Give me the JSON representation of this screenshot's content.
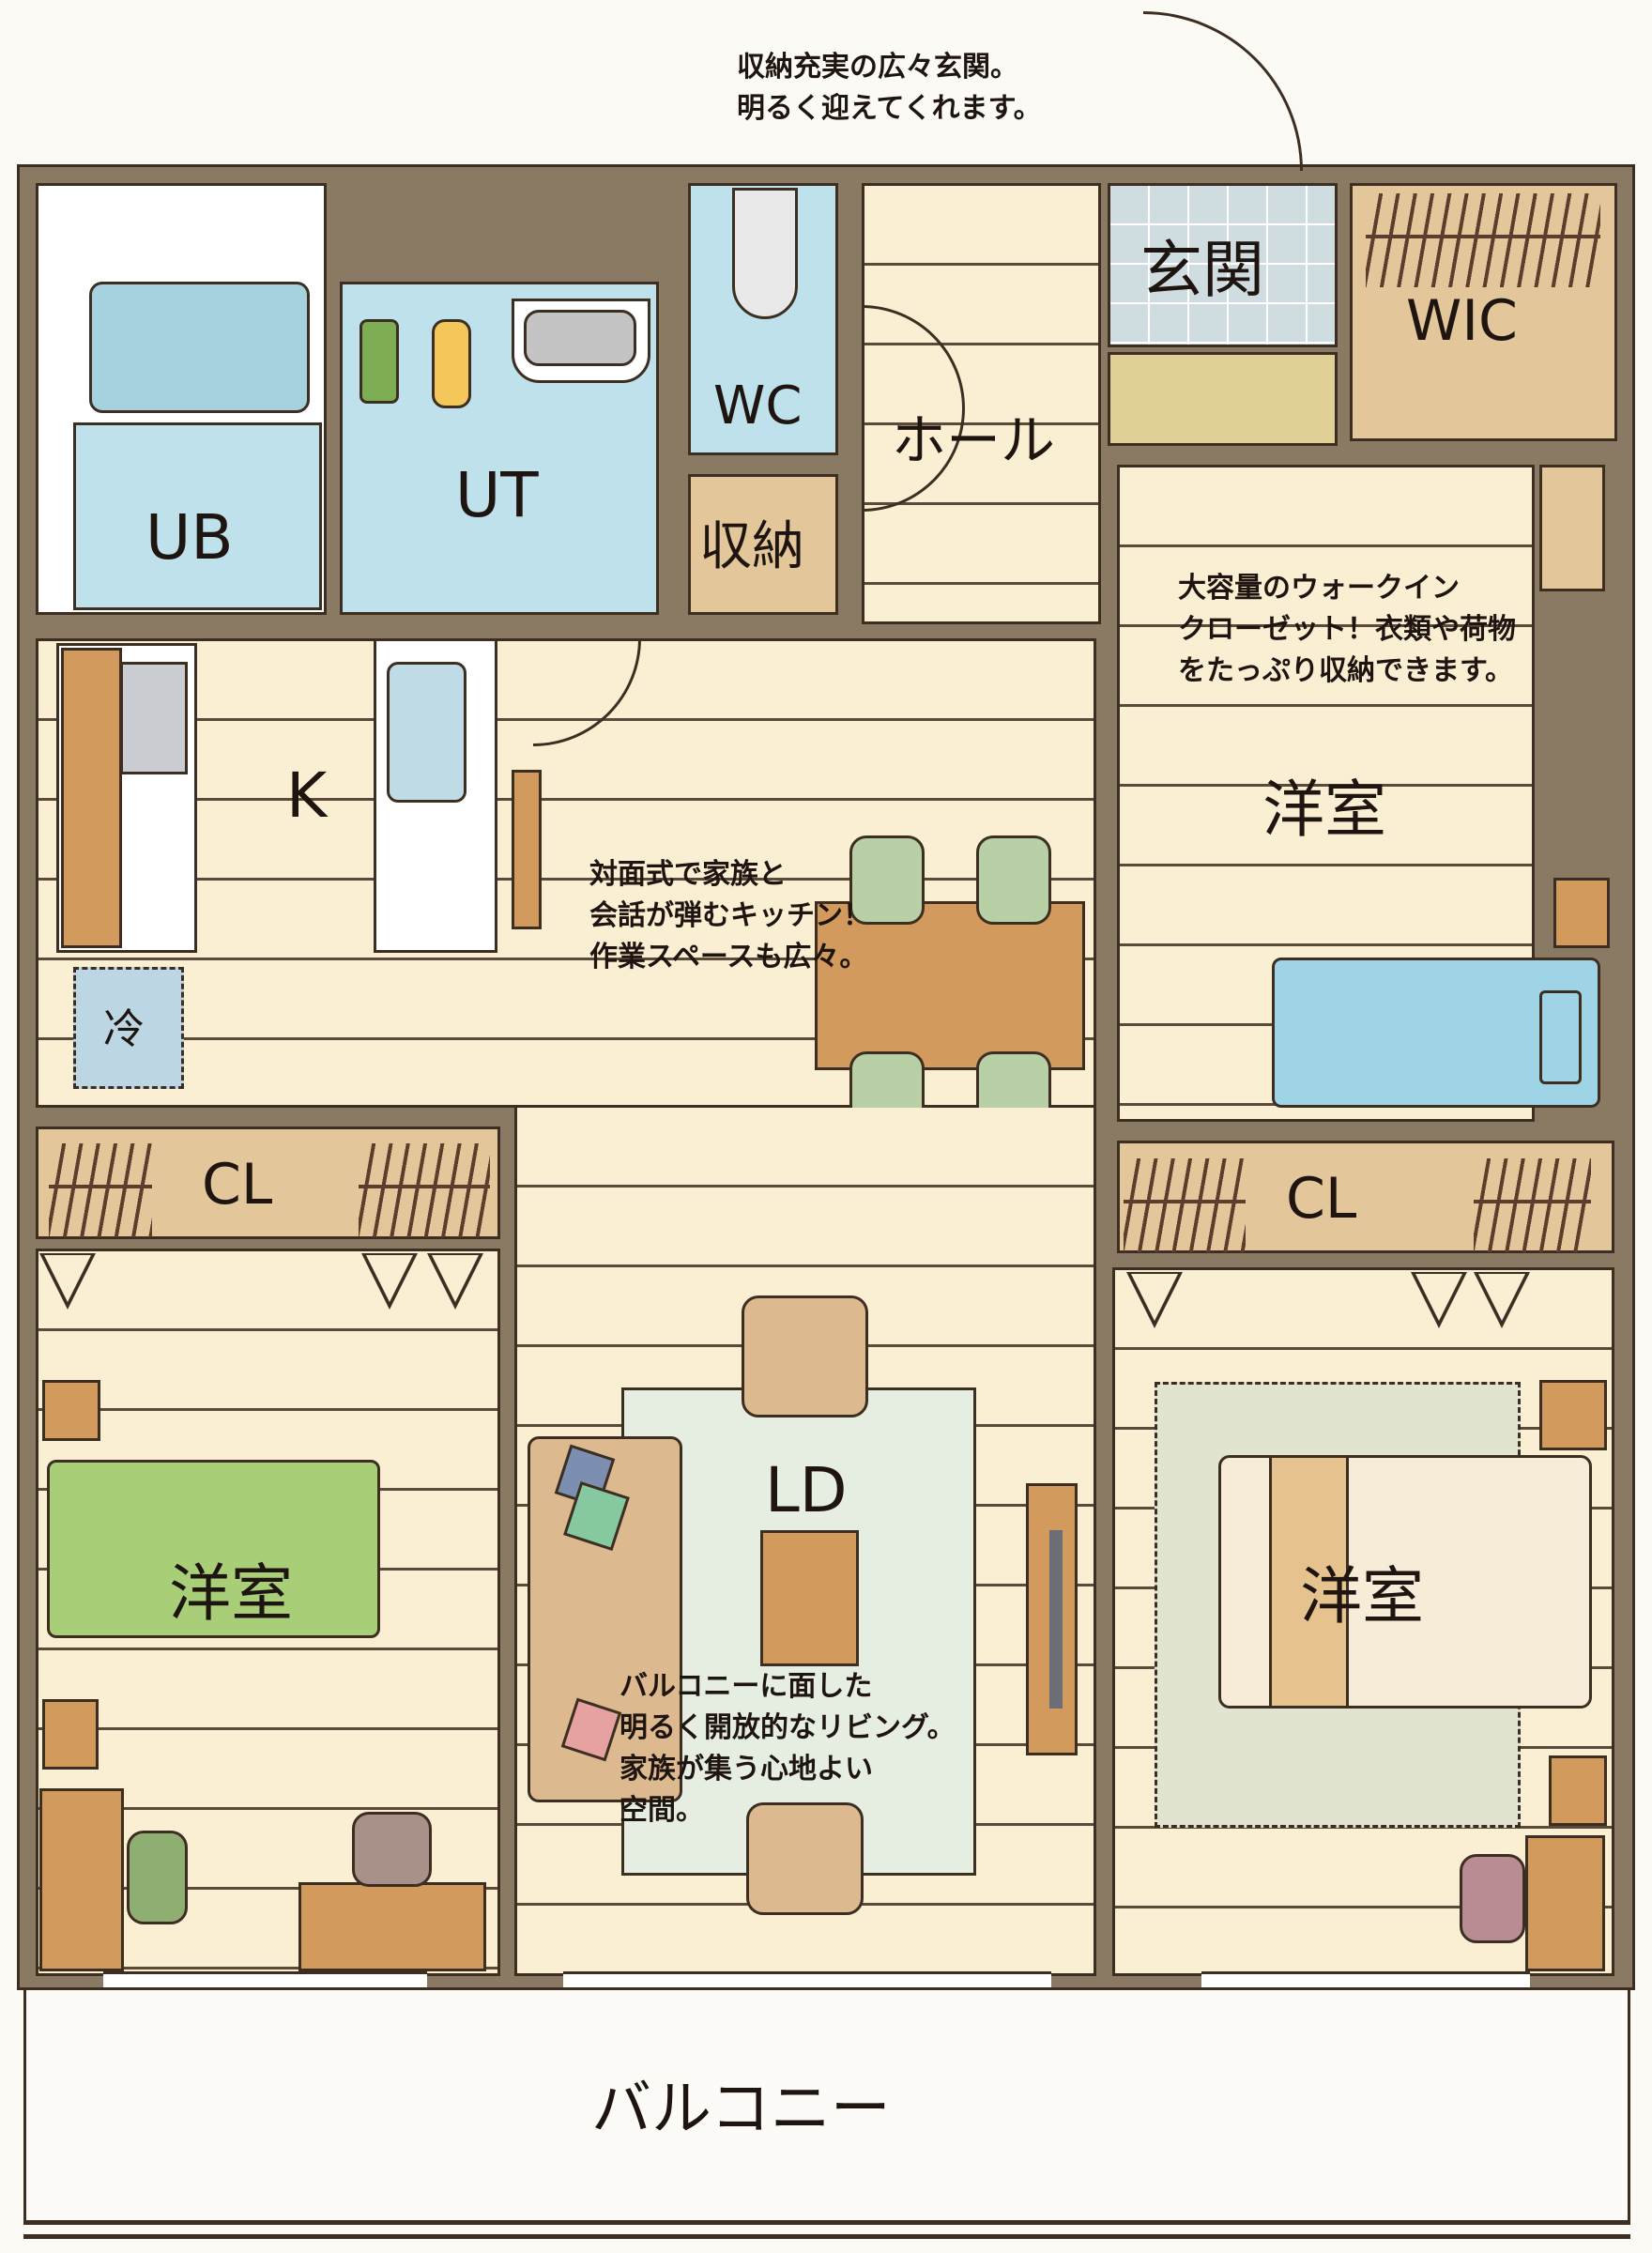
{
  "notes": {
    "entrance": "収納充実の広々玄関。\n明るく迎えてくれます。",
    "wic": "大容量のウォークイン\nクローゼット！衣類や荷物\nをたっぷり収納できます。",
    "kitchen": "対面式で家族と\n会話が弾むキッチン！\n作業スペースも広々。",
    "living": "バルコニーに面した\n明るく開放的なリビング。\n家族が集う心地よい\n空間。"
  },
  "rooms": {
    "ub": "UB",
    "ut": "UT",
    "wc": "WC",
    "storage": "収納",
    "hall": "ホール",
    "genkan": "玄関",
    "wic": "WIC",
    "kitchen": "K",
    "fridge": "冷",
    "western_room_ne": "洋室",
    "closet_w": "CL",
    "closet_e": "CL",
    "ld": "LD",
    "western_room_sw": "洋室",
    "western_room_se": "洋室",
    "balcony": "バルコニー"
  },
  "colors": {
    "wall": "#8a7a63",
    "outline": "#3d2e22",
    "floor": "#fbefd3",
    "wet_area": "#bfe1ec",
    "closet": "#e3c79a",
    "furniture_wood": "#d29a5c",
    "green_bed": "#a8cf78",
    "blue_bed": "#9fd4e6"
  }
}
